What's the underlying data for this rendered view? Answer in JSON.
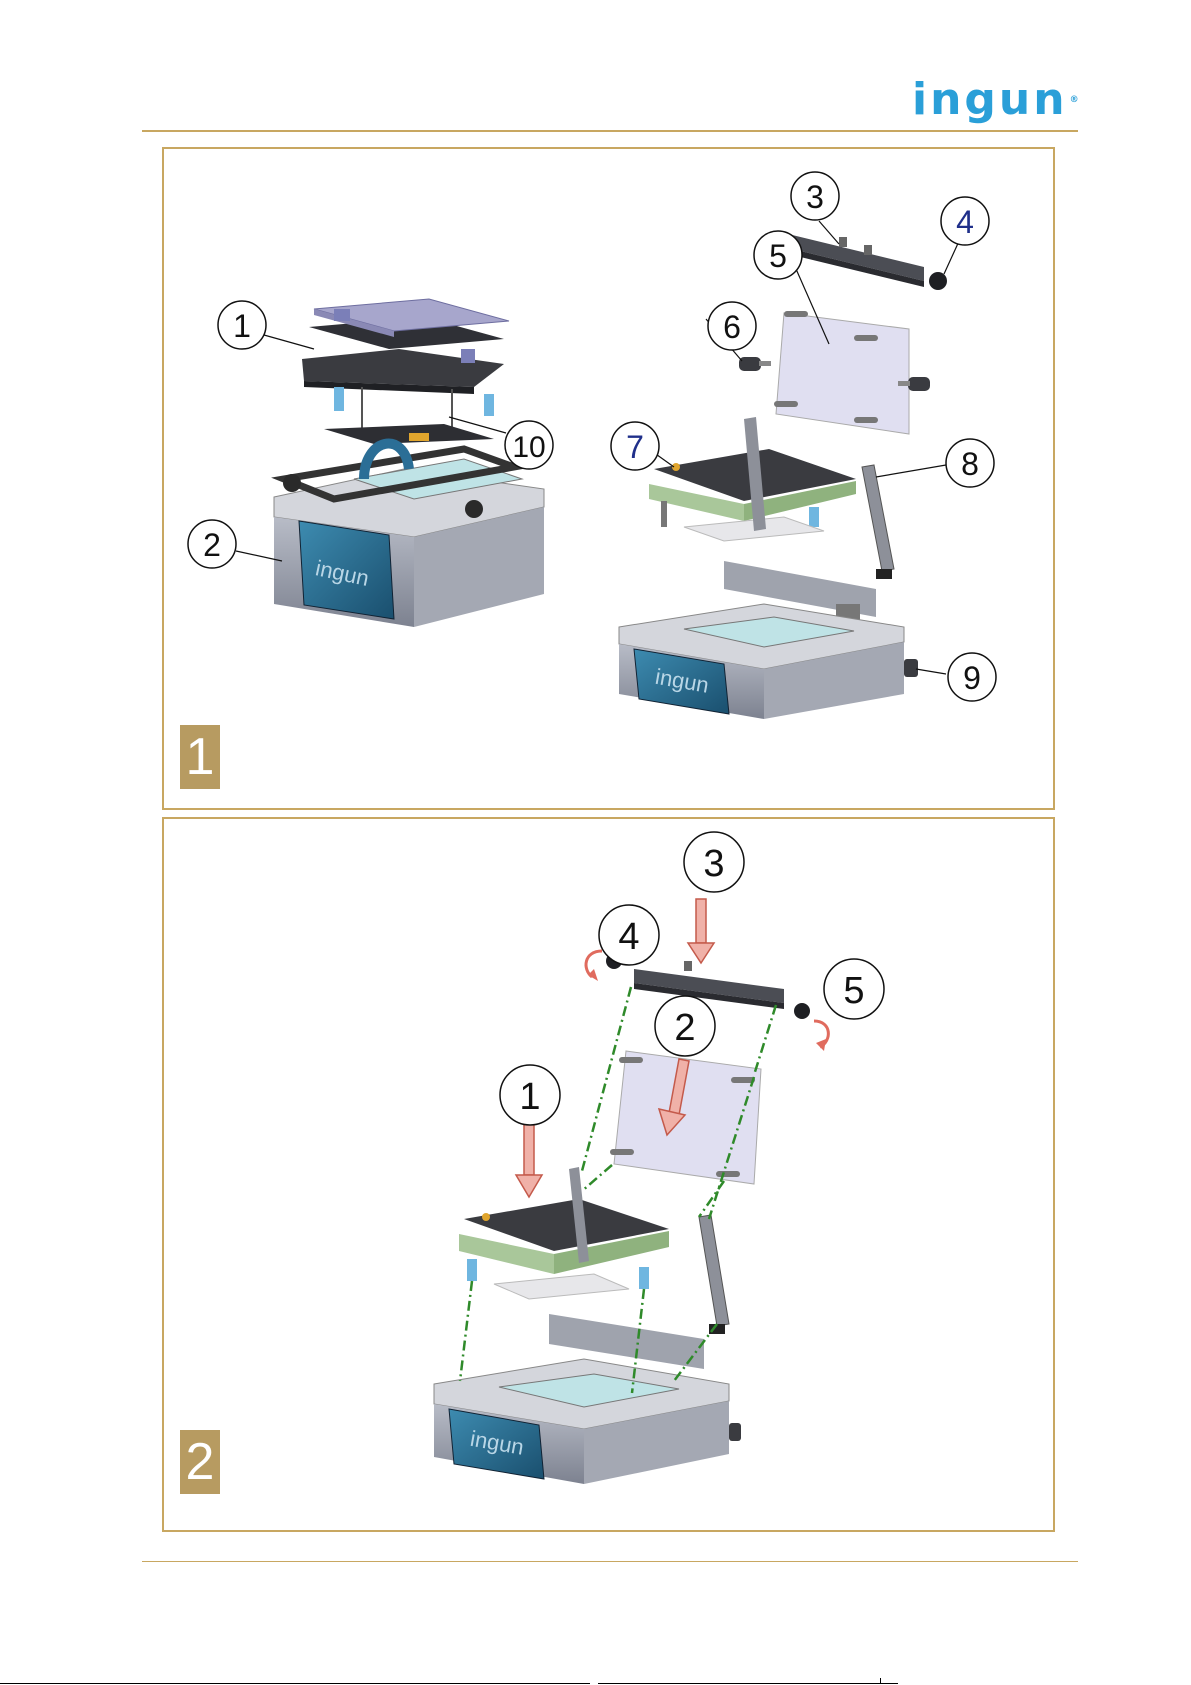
{
  "header": {
    "brand": "ingun",
    "reg_mark": "®",
    "accent_color": "#c8a761",
    "logo_color": "#2a9fd8"
  },
  "panels": [
    {
      "number": "1",
      "callouts": [
        "1",
        "2",
        "3",
        "4",
        "5",
        "6",
        "7",
        "8",
        "9",
        "10"
      ],
      "unit_label": "ingun"
    },
    {
      "number": "2",
      "callouts": [
        "1",
        "2",
        "3",
        "4",
        "5"
      ],
      "unit_label": "ingun"
    }
  ]
}
